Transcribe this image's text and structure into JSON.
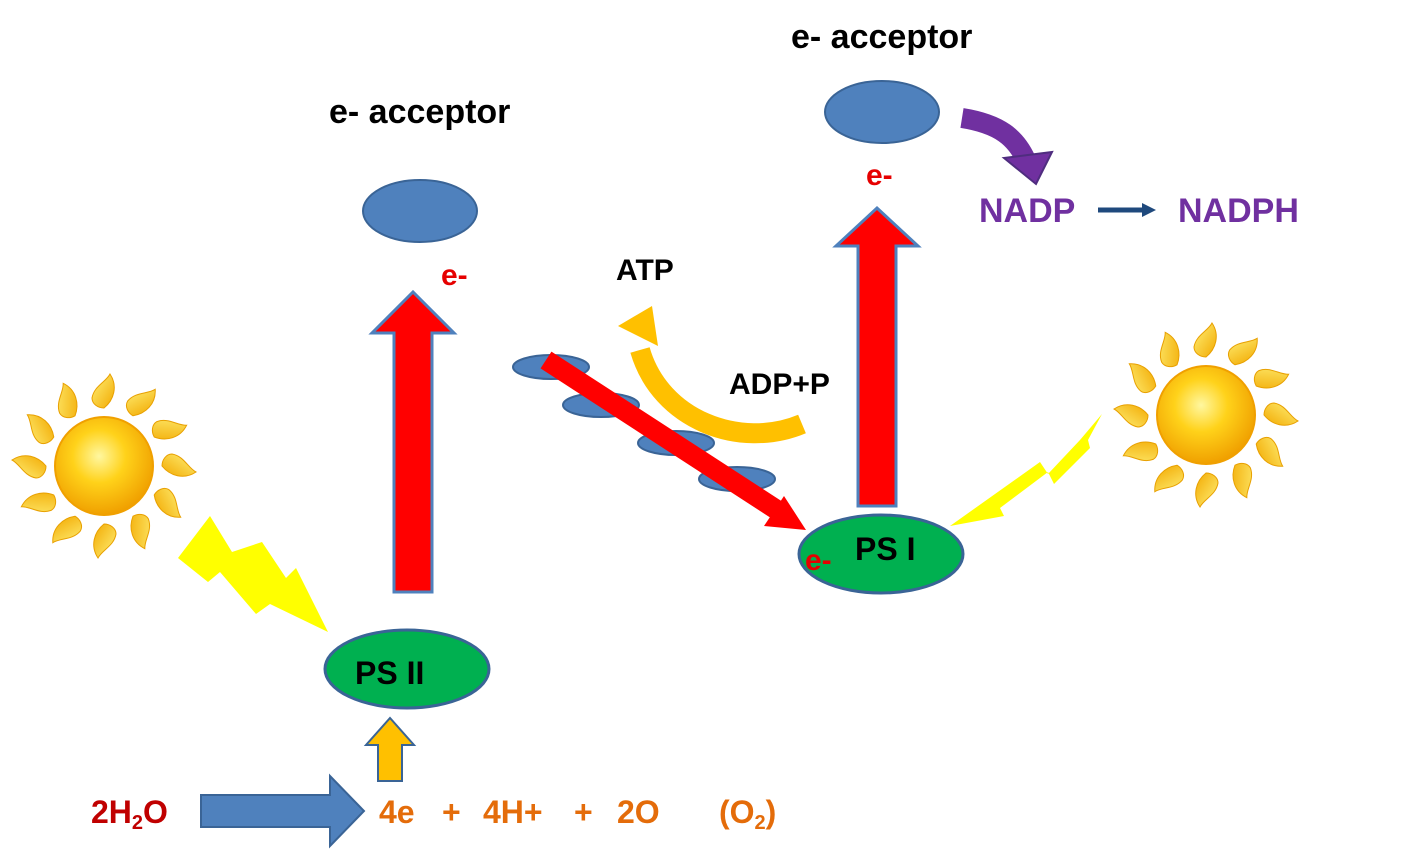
{
  "labels": {
    "acceptor_left": "e- acceptor",
    "acceptor_right": "e- acceptor",
    "e_left": "e-",
    "e_right": "e-",
    "e_psi": "e-",
    "ps2": "PS II",
    "ps1": "PS I",
    "atp": "ATP",
    "adp": "ADP+P",
    "nadp": "NADP",
    "nadph": "NADPH"
  },
  "equation": {
    "water_prefix": "2H",
    "water_sub": "2",
    "water_suffix": "O",
    "electrons": "4e",
    "plus1": "+",
    "protons": "4H+",
    "plus2": "+",
    "oxygen": "2O",
    "o2_open": "(O",
    "o2_sub": "2",
    "o2_close": ")"
  },
  "colors": {
    "acceptor_blue": "#4f81bd",
    "ps_green": "#00b050",
    "electron_red": "#ff0000",
    "atp_orange": "#ffc000",
    "nadp_purple": "#7030a0",
    "water_red": "#c00000",
    "equation_orange": "#e46c0a",
    "lightning_yellow": "#ffff00"
  },
  "icons": {
    "sun": "sun-icon",
    "lightning": "lightning-icon"
  }
}
